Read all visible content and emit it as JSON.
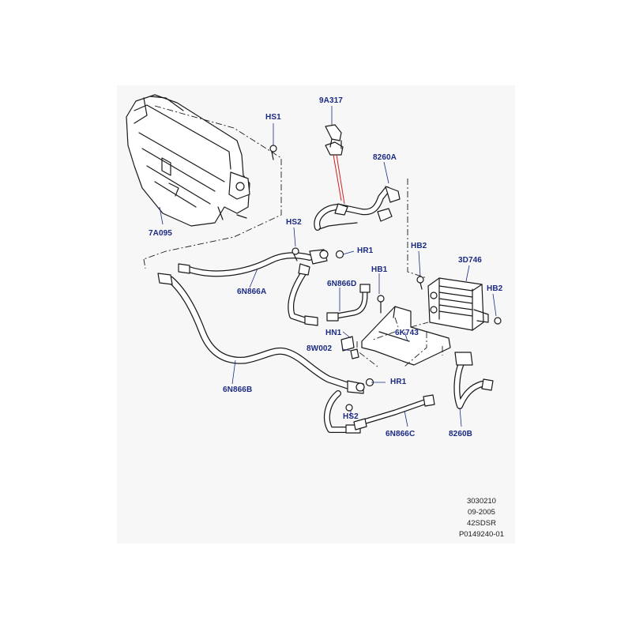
{
  "diagram": {
    "labels": {
      "7A095": "7A095",
      "HS1": "HS1",
      "9A317": "9A317",
      "8260A": "8260A",
      "HS2_top": "HS2",
      "HR1_top": "HR1",
      "HB2_left": "HB2",
      "3D746": "3D746",
      "HB2_right": "HB2",
      "6N866A": "6N866A",
      "6N866D": "6N866D",
      "HB1": "HB1",
      "6K743": "6K743",
      "HN1": "HN1",
      "8W002": "8W002",
      "6N866B": "6N866B",
      "HR1_bottom": "HR1",
      "HS2_bottom": "HS2",
      "6N866C": "6N866C",
      "8260B": "8260B"
    },
    "info": {
      "line1": "3030210",
      "line2": "09-2005",
      "line3": "42SDSR",
      "line4": "P0149240-01"
    },
    "colors": {
      "label": "#1b2a83",
      "leader": "#1b2a83",
      "red_leader": "#d32020",
      "line": "#1a1a1a",
      "panel": "#f7f7f7"
    }
  }
}
